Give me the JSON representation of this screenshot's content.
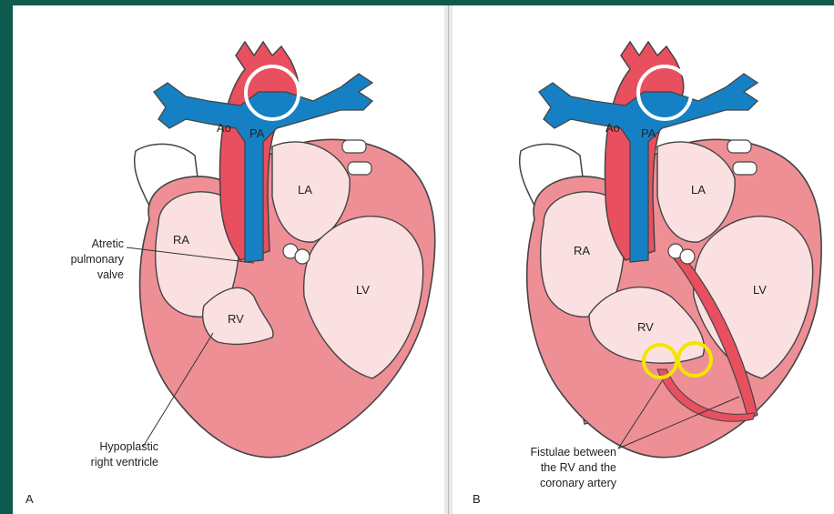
{
  "panel_a": {
    "letter": "A",
    "labels": {
      "ao": "Ao",
      "pa": "PA",
      "la": "LA",
      "ra": "RA",
      "lv": "LV",
      "rv": "RV"
    },
    "annotations": {
      "valve_line1": "Atretic",
      "valve_line2": "pulmonary",
      "valve_line3": "valve",
      "rv_line1": "Hypoplastic",
      "rv_line2": "right ventricle"
    }
  },
  "panel_b": {
    "letter": "B",
    "labels": {
      "ao": "Ao",
      "pa": "PA",
      "la": "LA",
      "ra": "RA",
      "lv": "LV",
      "rv": "RV"
    },
    "annotations": {
      "fistula_line1": "Fistulae between",
      "fistula_line2": "the RV and the",
      "fistula_line3": "coronary artery"
    }
  },
  "colors": {
    "background": "#0f5a4e",
    "myocardium": "#ee8f96",
    "chamber": "#fbe0e1",
    "aorta": "#e8505f",
    "pulmonary": "#1581c4",
    "highlight_circle": "#ffffff",
    "fistula_circle": "#f2e600"
  }
}
